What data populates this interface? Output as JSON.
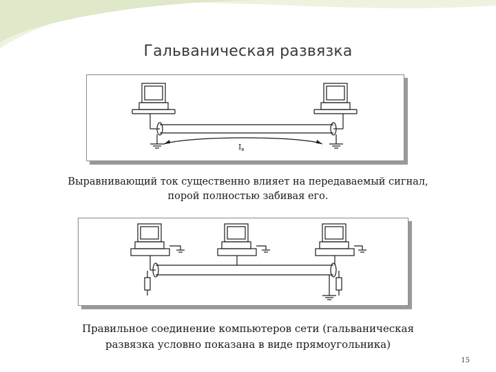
{
  "slide": {
    "title": "Гальваническая развязка",
    "caption_1_line_1": "Выравнивающий ток существенно влияет на передаваемый сигнал,",
    "caption_1_line_2": "порой полностью забивая его.",
    "caption_2_line_1": "Правильное соединение компьютеров сети (гальваническая",
    "caption_2_line_2": "развязка условно показана в виде прямоугольника)",
    "page_number": "15"
  },
  "figure_1": {
    "current_label": "I",
    "current_subscript": "в"
  },
  "colors": {
    "decoration_green": "#dfe8c8",
    "decoration_light": "#eef3e0",
    "line": "#1a1a1a",
    "figure_shadow": "#9a9a9a"
  }
}
